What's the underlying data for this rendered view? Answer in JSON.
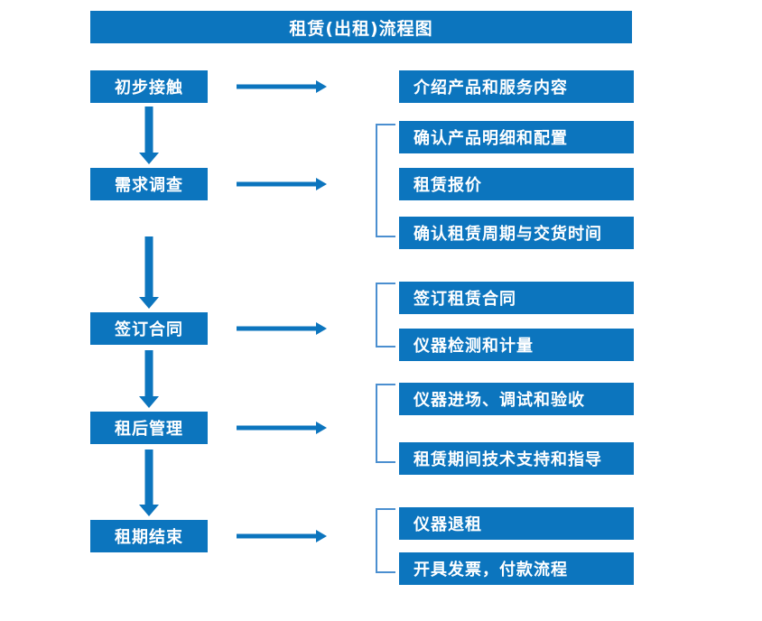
{
  "diagram": {
    "title": "租赁(出租)流程图",
    "accent_color": "#0C75BE",
    "bracket_color": "#4B8FD0",
    "text_color": "#FFFFFF",
    "background_color": "#FFFFFF",
    "stages": [
      {
        "label": "初步接触"
      },
      {
        "label": "需求调查"
      },
      {
        "label": "签订合同"
      },
      {
        "label": "租后管理"
      },
      {
        "label": "租期结束"
      }
    ],
    "details": [
      {
        "label": "介绍产品和服务内容"
      },
      {
        "label": "确认产品明细和配置"
      },
      {
        "label": "租赁报价"
      },
      {
        "label": "确认租赁周期与交货时间"
      },
      {
        "label": "签订租赁合同"
      },
      {
        "label": "仪器检测和计量"
      },
      {
        "label": "仪器进场、调试和验收"
      },
      {
        "label": "租赁期间技术支持和指导"
      },
      {
        "label": "仪器退租"
      },
      {
        "label": "开具发票，付款流程"
      }
    ]
  }
}
